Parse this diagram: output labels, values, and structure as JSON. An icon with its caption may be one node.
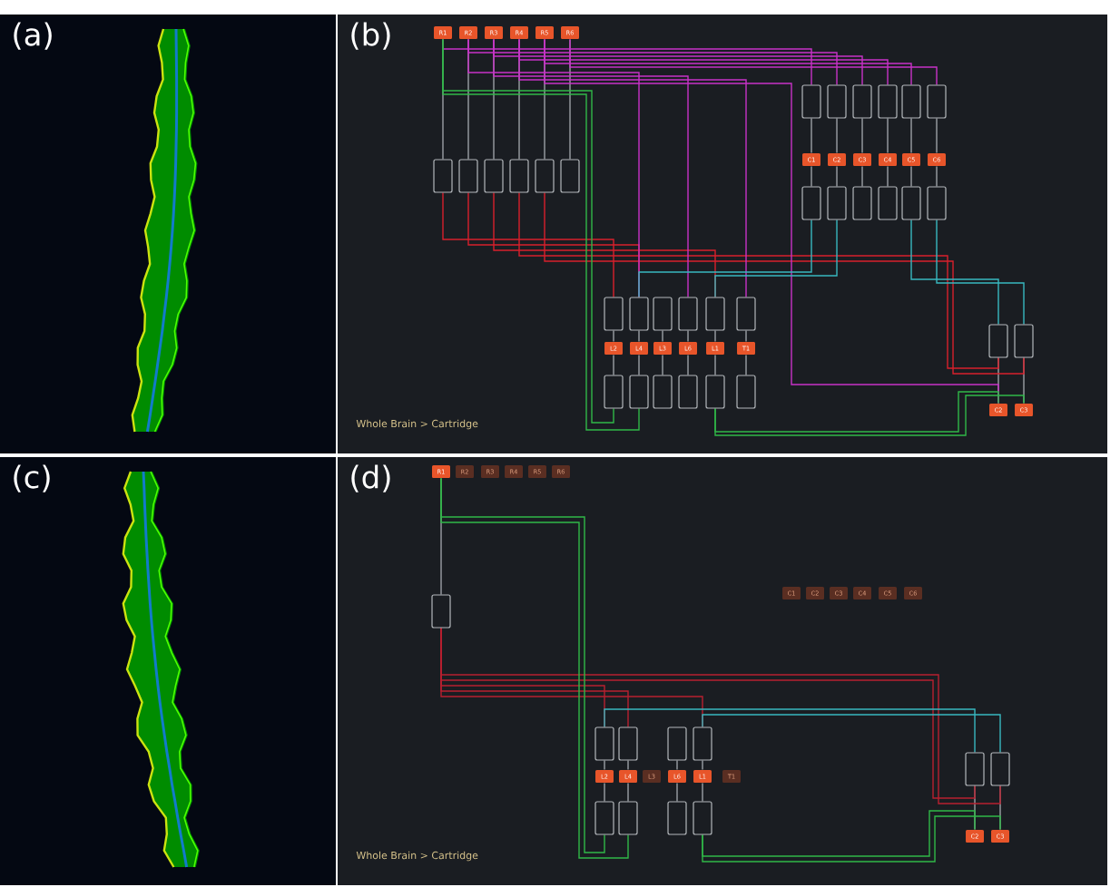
{
  "diagram": {
    "nodes": [
      {
        "text": [
          "(a)"
        ]
      },
      {
        "text": [
          "(b)",
          "Whole Brain > Cartridge"
        ]
      },
      {
        "text": [
          "R1"
        ],
        "in": 1
      },
      {
        "text": [
          "R2"
        ],
        "in": 1
      },
      {
        "text": [
          "R3"
        ],
        "in": 1
      },
      {
        "text": [
          "R4"
        ],
        "in": 1
      },
      {
        "text": [
          "R5"
        ],
        "in": 1
      },
      {
        "text": [
          "R6"
        ],
        "in": 1
      },
      {
        "text": [],
        "shape": "box",
        "in": 1
      },
      {
        "text": [],
        "shape": "box",
        "in": 1
      },
      {
        "text": [],
        "shape": "box",
        "in": 1
      },
      {
        "text": [],
        "shape": "box",
        "in": 1
      },
      {
        "text": [],
        "shape": "box",
        "in": 1
      },
      {
        "text": [],
        "shape": "box",
        "in": 1
      },
      {
        "text": [],
        "shape": "box",
        "in": 1
      },
      {
        "text": [],
        "shape": "box",
        "in": 1
      },
      {
        "text": [],
        "shape": "box",
        "in": 1
      },
      {
        "text": [],
        "shape": "box",
        "in": 1
      },
      {
        "text": [],
        "shape": "box",
        "in": 1
      },
      {
        "text": [],
        "shape": "box",
        "in": 1
      },
      {
        "text": [
          "C1"
        ],
        "in": 1
      },
      {
        "text": [
          "C2"
        ],
        "in": 1
      },
      {
        "text": [
          "C3"
        ],
        "in": 1
      },
      {
        "text": [
          "C4"
        ],
        "in": 1
      },
      {
        "text": [
          "C5"
        ],
        "in": 1
      },
      {
        "text": [
          "C6"
        ],
        "in": 1
      },
      {
        "text": [],
        "shape": "box",
        "in": 1
      },
      {
        "text": [],
        "shape": "box",
        "in": 1
      },
      {
        "text": [],
        "shape": "box",
        "in": 1
      },
      {
        "text": [],
        "shape": "box",
        "in": 1
      },
      {
        "text": [],
        "shape": "box",
        "in": 1
      },
      {
        "text": [],
        "shape": "box",
        "in": 1
      },
      {
        "text": [],
        "shape": "box",
        "in": 1
      },
      {
        "text": [],
        "shape": "box",
        "in": 1
      },
      {
        "text": [],
        "shape": "box",
        "in": 1
      },
      {
        "text": [],
        "shape": "box",
        "in": 1
      },
      {
        "text": [],
        "shape": "box",
        "in": 1
      },
      {
        "text": [],
        "shape": "box",
        "in": 1
      },
      {
        "text": [
          "L2"
        ],
        "in": 1
      },
      {
        "text": [
          "L4"
        ],
        "in": 1
      },
      {
        "text": [
          "L3"
        ],
        "in": 1
      },
      {
        "text": [
          "L6"
        ],
        "in": 1
      },
      {
        "text": [
          "L1"
        ],
        "in": 1
      },
      {
        "text": [
          "T1"
        ],
        "in": 1
      },
      {
        "text": [],
        "shape": "box",
        "in": 1
      },
      {
        "text": [],
        "shape": "box",
        "in": 1
      },
      {
        "text": [],
        "shape": "box",
        "in": 1
      },
      {
        "text": [],
        "shape": "box",
        "in": 1
      },
      {
        "text": [],
        "shape": "box",
        "in": 1
      },
      {
        "text": [],
        "shape": "box",
        "in": 1
      },
      {
        "text": [],
        "shape": "box",
        "in": 1
      },
      {
        "text": [],
        "shape": "box",
        "in": 1
      },
      {
        "text": [
          "C2"
        ],
        "in": 1
      },
      {
        "text": [
          "C3"
        ],
        "in": 1
      },
      {
        "text": [
          "(c)"
        ]
      },
      {
        "text": [
          "(d)",
          "Whole Brain > Cartridge"
        ]
      },
      {
        "text": [
          "R1"
        ],
        "in": 55
      },
      {
        "text": [
          "R2"
        ],
        "in": 55
      },
      {
        "text": [
          "R3"
        ],
        "in": 55
      },
      {
        "text": [
          "R4"
        ],
        "in": 55
      },
      {
        "text": [
          "R5"
        ],
        "in": 55
      },
      {
        "text": [
          "R6"
        ],
        "in": 55
      },
      {
        "text": [],
        "shape": "box",
        "in": 55
      },
      {
        "text": [
          "C1"
        ],
        "in": 55
      },
      {
        "text": [
          "C2"
        ],
        "in": 55
      },
      {
        "text": [
          "C3"
        ],
        "in": 55
      },
      {
        "text": [
          "C4"
        ],
        "in": 55
      },
      {
        "text": [
          "C5"
        ],
        "in": 55
      },
      {
        "text": [
          "C6"
        ],
        "in": 55
      },
      {
        "text": [],
        "shape": "box",
        "in": 55
      },
      {
        "text": [],
        "shape": "box",
        "in": 55
      },
      {
        "text": [],
        "shape": "box",
        "in": 55
      },
      {
        "text": [],
        "shape": "box",
        "in": 55
      },
      {
        "text": [
          "L2"
        ],
        "in": 55
      },
      {
        "text": [
          "L4"
        ],
        "in": 55
      },
      {
        "text": [
          "L3"
        ],
        "in": 55
      },
      {
        "text": [
          "L6"
        ],
        "in": 55
      },
      {
        "text": [
          "L1"
        ],
        "in": 55
      },
      {
        "text": [
          "T1"
        ],
        "in": 55
      },
      {
        "text": [],
        "shape": "box",
        "in": 55
      },
      {
        "text": [],
        "shape": "box",
        "in": 55
      },
      {
        "text": [],
        "shape": "box",
        "in": 55
      },
      {
        "text": [],
        "shape": "box",
        "in": 55
      },
      {
        "text": [],
        "shape": "box",
        "in": 55
      },
      {
        "text": [],
        "shape": "box",
        "in": 55
      },
      {
        "text": [
          "C2"
        ],
        "in": 55
      },
      {
        "text": [
          "C3"
        ],
        "in": 55
      }
    ],
    "edges": [
      {
        "from": 2,
        "to": 8,
        "arrow": "none"
      },
      {
        "from": 3,
        "to": 9,
        "arrow": "none"
      },
      {
        "from": 4,
        "to": 10,
        "arrow": "none"
      },
      {
        "from": 5,
        "to": 11,
        "arrow": "none"
      },
      {
        "from": 6,
        "to": 12,
        "arrow": "none"
      },
      {
        "from": 7,
        "to": 13,
        "arrow": "none"
      },
      {
        "from": 14,
        "to": 20,
        "arrow": "none"
      },
      {
        "from": 15,
        "to": 21,
        "arrow": "none"
      },
      {
        "from": 16,
        "to": 22,
        "arrow": "none"
      },
      {
        "from": 17,
        "to": 23,
        "arrow": "none"
      },
      {
        "from": 18,
        "to": 24,
        "arrow": "none"
      },
      {
        "from": 19,
        "to": 25,
        "arrow": "none"
      },
      {
        "from": 20,
        "to": 26,
        "arrow": "none"
      },
      {
        "from": 21,
        "to": 27,
        "arrow": "none"
      },
      {
        "from": 22,
        "to": 28,
        "arrow": "none"
      },
      {
        "from": 23,
        "to": 29,
        "arrow": "none"
      },
      {
        "from": 24,
        "to": 30,
        "arrow": "none"
      },
      {
        "from": 25,
        "to": 31,
        "arrow": "none"
      },
      {
        "from": 32,
        "to": 38,
        "arrow": "none"
      },
      {
        "from": 33,
        "to": 39,
        "arrow": "none"
      },
      {
        "from": 34,
        "to": 40,
        "arrow": "none"
      },
      {
        "from": 35,
        "to": 41,
        "arrow": "none"
      },
      {
        "from": 36,
        "to": 42,
        "arrow": "none"
      },
      {
        "from": 37,
        "to": 43,
        "arrow": "none"
      },
      {
        "from": 38,
        "to": 44,
        "arrow": "none"
      },
      {
        "from": 39,
        "to": 45,
        "arrow": "none"
      },
      {
        "from": 40,
        "to": 46,
        "arrow": "none"
      },
      {
        "from": 41,
        "to": 47,
        "arrow": "none"
      },
      {
        "from": 42,
        "to": 48,
        "arrow": "none"
      },
      {
        "from": 43,
        "to": 49,
        "arrow": "none"
      },
      {
        "from": 50,
        "to": 52,
        "arrow": "none"
      },
      {
        "from": 51,
        "to": 53,
        "arrow": "none"
      },
      {
        "from": 8,
        "to": 32,
        "arrow": "none",
        "color": "#d8202c"
      },
      {
        "from": 9,
        "to": 33,
        "arrow": "none",
        "color": "#d8202c"
      },
      {
        "from": 10,
        "to": 36,
        "arrow": "none",
        "color": "#d8202c"
      },
      {
        "from": 11,
        "to": 50,
        "arrow": "none",
        "color": "#d8202c"
      },
      {
        "from": 12,
        "to": 51,
        "arrow": "none",
        "color": "#d8202c"
      },
      {
        "from": 2,
        "to": 14,
        "arrow": "none",
        "color": "#c832c8"
      },
      {
        "from": 3,
        "to": 15,
        "arrow": "none",
        "color": "#c832c8"
      },
      {
        "from": 4,
        "to": 16,
        "arrow": "none",
        "color": "#c832c8"
      },
      {
        "from": 5,
        "to": 17,
        "arrow": "none",
        "color": "#c832c8"
      },
      {
        "from": 6,
        "to": 18,
        "arrow": "none",
        "color": "#c832c8"
      },
      {
        "from": 7,
        "to": 19,
        "arrow": "none",
        "color": "#c832c8"
      },
      {
        "from": 3,
        "to": 33,
        "arrow": "none",
        "color": "#c832c8"
      },
      {
        "from": 4,
        "to": 35,
        "arrow": "none",
        "color": "#c832c8"
      },
      {
        "from": 5,
        "to": 37,
        "arrow": "none",
        "color": "#c832c8"
      },
      {
        "from": 6,
        "to": 52,
        "arrow": "none",
        "color": "#c832c8"
      },
      {
        "from": 26,
        "to": 33,
        "arrow": "none",
        "color": "#38b8c0"
      },
      {
        "from": 27,
        "to": 36,
        "arrow": "none",
        "color": "#38b8c0"
      },
      {
        "from": 30,
        "to": 50,
        "arrow": "none",
        "color": "#38b8c0"
      },
      {
        "from": 31,
        "to": 51,
        "arrow": "none",
        "color": "#38b8c0"
      },
      {
        "from": 2,
        "to": 44,
        "arrow": "none",
        "color": "#30b848"
      },
      {
        "from": 2,
        "to": 45,
        "arrow": "none",
        "color": "#30b848"
      },
      {
        "from": 48,
        "to": 52,
        "arrow": "none",
        "color": "#30b848"
      },
      {
        "from": 48,
        "to": 53,
        "arrow": "none",
        "color": "#30b848"
      },
      {
        "from": 56,
        "to": 62,
        "arrow": "none"
      },
      {
        "from": 69,
        "to": 73,
        "arrow": "none"
      },
      {
        "from": 70,
        "to": 74,
        "arrow": "none"
      },
      {
        "from": 71,
        "to": 76,
        "arrow": "none"
      },
      {
        "from": 72,
        "to": 77,
        "arrow": "none"
      },
      {
        "from": 73,
        "to": 79,
        "arrow": "none"
      },
      {
        "from": 74,
        "to": 80,
        "arrow": "none"
      },
      {
        "from": 76,
        "to": 81,
        "arrow": "none"
      },
      {
        "from": 77,
        "to": 82,
        "arrow": "none"
      },
      {
        "from": 83,
        "to": 85,
        "arrow": "none"
      },
      {
        "from": 84,
        "to": 86,
        "arrow": "none"
      },
      {
        "from": 62,
        "to": 69,
        "arrow": "none",
        "color": "#b82030"
      },
      {
        "from": 62,
        "to": 70,
        "arrow": "none",
        "color": "#b82030"
      },
      {
        "from": 62,
        "to": 72,
        "arrow": "none",
        "color": "#b82030"
      },
      {
        "from": 62,
        "to": 83,
        "arrow": "none",
        "color": "#b82030"
      },
      {
        "from": 62,
        "to": 84,
        "arrow": "none",
        "color": "#b82030"
      },
      {
        "from": 56,
        "to": 79,
        "arrow": "none",
        "color": "#30b848"
      },
      {
        "from": 56,
        "to": 80,
        "arrow": "none",
        "color": "#30b848"
      },
      {
        "from": 82,
        "to": 85,
        "arrow": "none",
        "color": "#30b848"
      },
      {
        "from": 82,
        "to": 86,
        "arrow": "none",
        "color": "#30b848"
      },
      {
        "from": 69,
        "to": 83,
        "arrow": "none",
        "color": "#38b8c0"
      },
      {
        "from": 72,
        "to": 84,
        "arrow": "none",
        "color": "#38b8c0"
      }
    ]
  }
}
